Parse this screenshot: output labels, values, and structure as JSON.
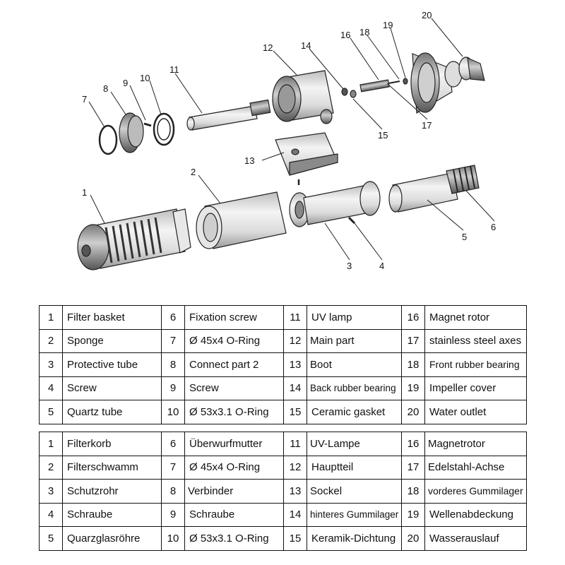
{
  "diagram": {
    "callouts": [
      "1",
      "2",
      "3",
      "4",
      "5",
      "6",
      "7",
      "8",
      "9",
      "10",
      "11",
      "12",
      "13",
      "14",
      "15",
      "16",
      "17",
      "18",
      "19",
      "20"
    ]
  },
  "table_en": {
    "rows": [
      [
        [
          "1",
          "Filter basket"
        ],
        [
          "6",
          "Fixation screw"
        ],
        [
          "11",
          "UV lamp"
        ],
        [
          "16",
          "Magnet rotor"
        ]
      ],
      [
        [
          "2",
          "Sponge"
        ],
        [
          "7",
          "Ø 45x4 O-Ring"
        ],
        [
          "12",
          "Main part"
        ],
        [
          "17",
          "stainless steel axes"
        ]
      ],
      [
        [
          "3",
          "Protective tube"
        ],
        [
          "8",
          "Connect part 2"
        ],
        [
          "13",
          "Boot"
        ],
        [
          "18",
          "Front rubber bearing"
        ]
      ],
      [
        [
          "4",
          "Screw"
        ],
        [
          "9",
          "Screw"
        ],
        [
          "14",
          "Back rubber bearing"
        ],
        [
          "19",
          "Impeller cover"
        ]
      ],
      [
        [
          "5",
          "Quartz tube"
        ],
        [
          "10",
          "Ø 53x3.1 O-Ring"
        ],
        [
          "15",
          "Ceramic gasket"
        ],
        [
          "20",
          "Water outlet"
        ]
      ]
    ]
  },
  "table_de": {
    "rows": [
      [
        [
          "1",
          "Filterkorb"
        ],
        [
          "6",
          "Überwurfmutter"
        ],
        [
          "11",
          "UV-Lampe"
        ],
        [
          "16",
          "Magnetrotor"
        ]
      ],
      [
        [
          "2",
          "Filterschwamm"
        ],
        [
          "7",
          "Ø 45x4 O-Ring"
        ],
        [
          "12",
          "Hauptteil"
        ],
        [
          "17",
          "Edelstahl-Achse"
        ]
      ],
      [
        [
          "3",
          "Schutzrohr"
        ],
        [
          "8",
          "Verbinder"
        ],
        [
          "13",
          "Sockel"
        ],
        [
          "18",
          "vorderes Gummilager"
        ]
      ],
      [
        [
          "4",
          "Schraube"
        ],
        [
          "9",
          "Schraube"
        ],
        [
          "14",
          "hinteres Gummilager"
        ],
        [
          "19",
          "Wellenabdeckung"
        ]
      ],
      [
        [
          "5",
          "Quarzglasröhre"
        ],
        [
          "10",
          "Ø 53x3.1 O-Ring"
        ],
        [
          "15",
          "Keramik-Dichtung"
        ],
        [
          "20",
          "Wasserauslauf"
        ]
      ]
    ]
  }
}
